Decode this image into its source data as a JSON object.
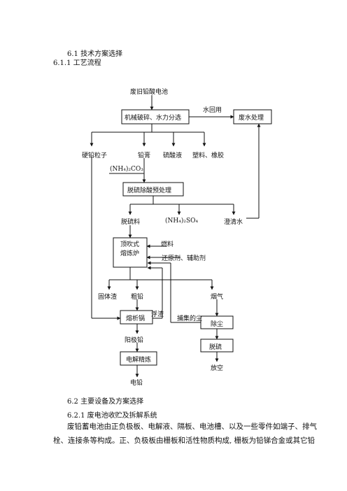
{
  "headings": {
    "h1": "6.1 技术方案选择",
    "h2": "6.1.1 工艺流程",
    "h3": "6.2 主要设备及方案选择",
    "h4": "6.2.1 废电池收贮及拆解系统"
  },
  "flowchart": {
    "nodes": {
      "spent_battery": "废旧铅酸电池",
      "crush_separate": "机械破碎、水力分选",
      "water_return": "水回用",
      "wastewater": "废水处理",
      "hard_lead_grains": "硬铅粒子",
      "lead_paste": "铅膏",
      "sulfuric_acid": "硫酸液",
      "plastic_rubber": "塑料、橡胶",
      "ammonium_carbonate": "(NH₄)₂CO₃",
      "desulfurize_pretreat": "脱硫除酸预处理",
      "desulfurized_material": "脱硫料",
      "ammonium_sulfate": "(NH₄)₂SO₄",
      "clear_water": "澄清水",
      "furnace": "顶吹式熔炼炉",
      "fuel": "燃料",
      "reductant": "还原剂、辅助剂",
      "solid_slag": "固体渣",
      "crude_lead": "粗铅",
      "flue_gas": "烟气",
      "refining_pot": "熔析锅",
      "dross": "浮渣",
      "captured_dust": "捕集的尘",
      "dust_removal": "除尘",
      "anode_lead": "阳极铅",
      "desulfurization": "脱硫",
      "electrolytic_refining": "电解精炼",
      "vent": "放空",
      "electrolytic_lead": "电铅"
    }
  },
  "paragraph": {
    "line1": "废铅蓄电池由正负极板、电解液、隔板、电池槽、以及一些零件如端子、排气",
    "line2": "栓、连接条等构成。正、负极板由栅板和活性物质构成, 栅板为铅锑合金或其它铅"
  }
}
